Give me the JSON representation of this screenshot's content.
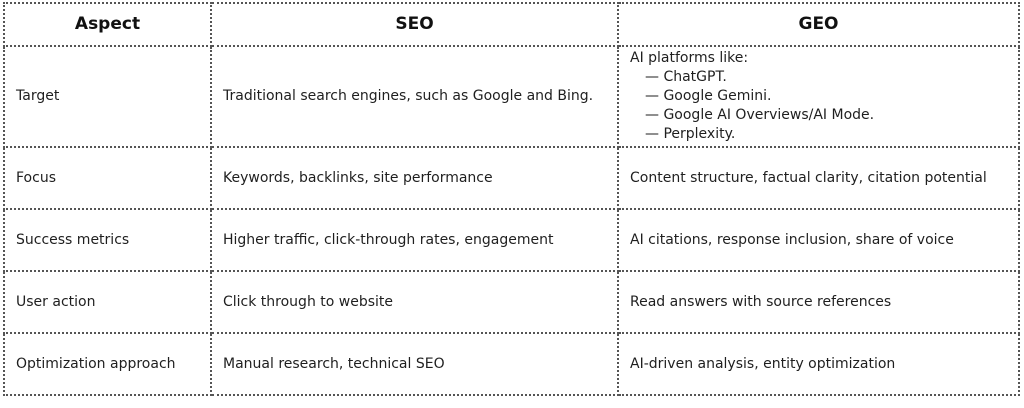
{
  "table": {
    "headers": [
      "Aspect",
      "SEO",
      "GEO"
    ],
    "rows": [
      {
        "aspect": "Target",
        "seo": "Traditional search engines, such as Google and Bing.",
        "geo_intro": "AI platforms like:",
        "geo_items": [
          "— ChatGPT.",
          "— Google Gemini.",
          "— Google AI Overviews/AI Mode.",
          "— Perplexity."
        ]
      },
      {
        "aspect": "Focus",
        "seo": "Keywords, backlinks, site performance",
        "geo": "Content structure, factual clarity, citation potential"
      },
      {
        "aspect": "Success metrics",
        "seo": "Higher traffic, click-through rates, engagement",
        "geo": "AI citations, response inclusion, share of voice"
      },
      {
        "aspect": "User action",
        "seo": "Click through to website",
        "geo": "Read answers with source references"
      },
      {
        "aspect": "Optimization approach",
        "seo": "Manual research, technical SEO",
        "geo": "AI-driven analysis, entity optimization"
      }
    ]
  }
}
